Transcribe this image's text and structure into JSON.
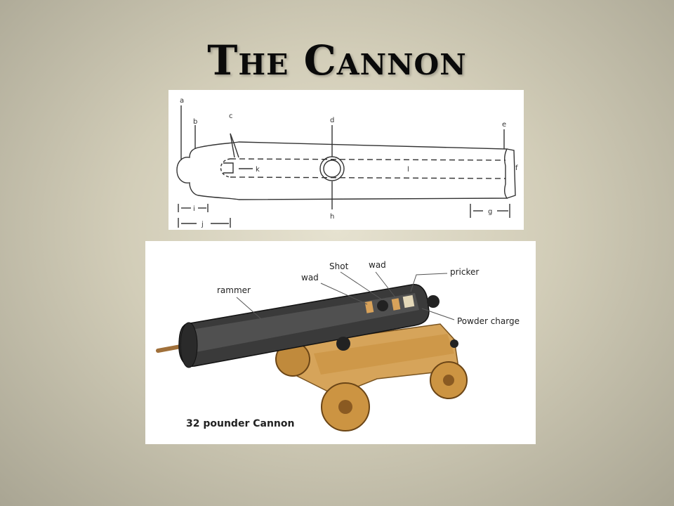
{
  "title": "The Cannon",
  "top_diagram": {
    "labels": {
      "a": "a",
      "b": "b",
      "c": "c",
      "d": "d",
      "e": "e",
      "f": "f",
      "g": "g",
      "h": "h",
      "i": "i",
      "j": "j",
      "k": "k",
      "l": "l"
    }
  },
  "bottom_diagram": {
    "labels": {
      "rammer": "rammer",
      "wad_left": "wad",
      "shot": "Shot",
      "wad_right": "wad",
      "pricker": "pricker",
      "powder_charge": "Powder charge"
    },
    "caption": "32 pounder Cannon"
  }
}
